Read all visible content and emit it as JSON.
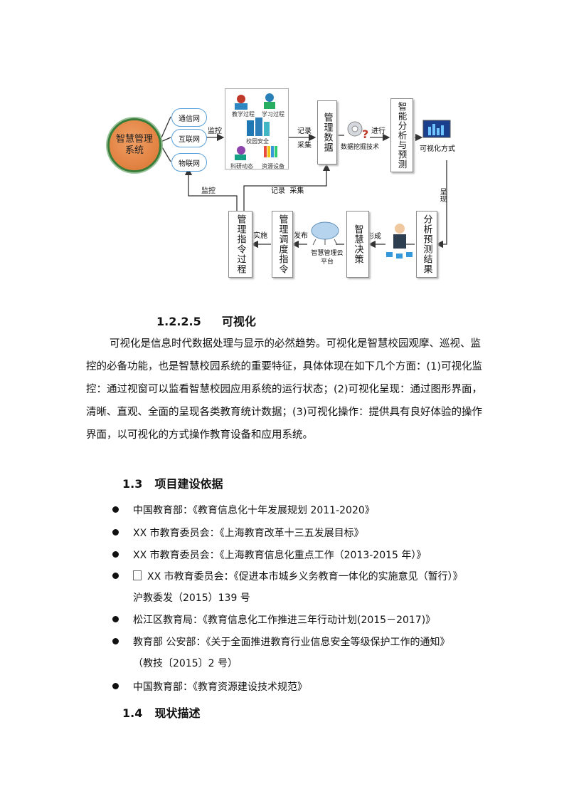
{
  "diagram": {
    "center_node": "智慧管理系统",
    "networks": [
      "通信网",
      "互联网",
      "物联网"
    ],
    "panel_items": [
      "教学过程",
      "学习过程",
      "校园安全",
      "科研动态",
      "资源设备"
    ],
    "edge_labels": {
      "monitor_top": "监控",
      "record": "记录",
      "collect": "采集",
      "proceed": "进行",
      "present": "呈现",
      "monitor_bottom": "监控",
      "record_collect": "记录  采集",
      "implement": "实施",
      "publish": "发布",
      "form": "形成"
    },
    "nodes": {
      "data": "管理数据",
      "mining": "数据挖掘技术",
      "analysis": "智能分析与预测",
      "visual": "可视化方式",
      "results": "分析预测结果",
      "decision": "智慧决策",
      "cloud": "智慧管理云平台",
      "dispatch": "管理调度指令",
      "process": "管理指令过程"
    }
  },
  "section_125": {
    "number": "1.2.2.5",
    "title": "可视化"
  },
  "paragraph": "可视化是信息时代数据处理与显示的必然趋势。可视化是智慧校园观摩、巡视、监控的必备功能，也是智慧校园系统的重要特征，具体体现在如下几个方面：(1)可视化监控：通过视窗可以监看智慧校园应用系统的运行状态；(2)可视化呈现：通过图形界面，清晰、直观、全面的呈现各类教育统计数据；(3)可视化操作：提供具有良好体验的操作界面，以可视化的方式操作教育设备和应用系统。",
  "section_13": {
    "number": "1.3",
    "title": "项目建设依据"
  },
  "bullets": [
    {
      "line1": "中国教育部：《教育信息化十年发展规划 2011-2020》"
    },
    {
      "line1": "XX 市教育委员会：《上海教育改革十三五发展目标》"
    },
    {
      "line1": "XX 市教育委员会：《上海教育信息化重点工作（2013-2015 年）》"
    },
    {
      "line1": "XX 市教育委员会：《促进本市城乡义务教育一体化的实施意见（暂行）》",
      "line2": "沪教委发（2015）139 号"
    },
    {
      "line1": "松江区教育局：《教育信息化工作推进三年行动计划(2015－2017)》"
    },
    {
      "line1": "教育部  公安部：《关于全面推进教育行业信息安全等级保护工作的通知》",
      "line2": "（教技〔2015〕2 号）"
    },
    {
      "line1": "中国教育部：《教育资源建设技术规范》"
    }
  ],
  "section_14": {
    "number": "1.4",
    "title": "现状描述"
  }
}
